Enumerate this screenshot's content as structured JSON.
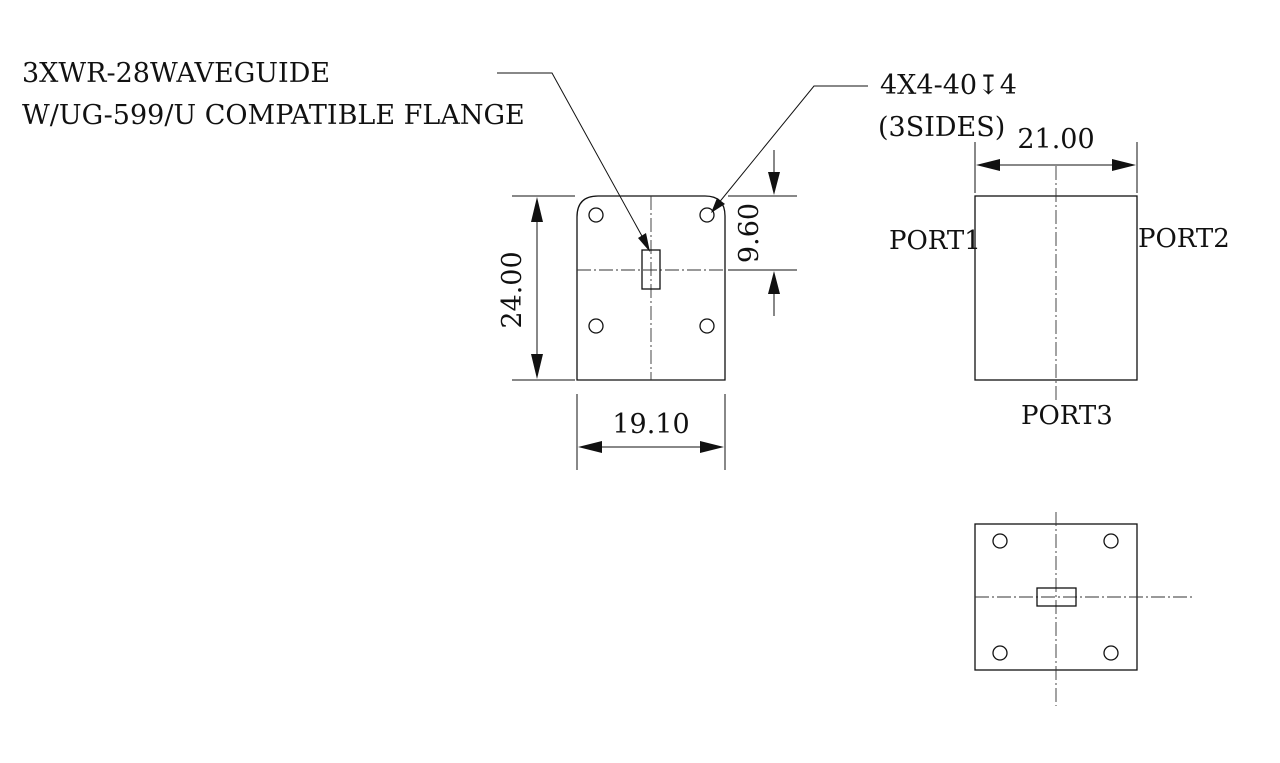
{
  "notes": {
    "waveguide_line1": "3XWR-28WAVEGUIDE",
    "waveguide_line2": "W/UG-599/U COMPATIBLE FLANGE",
    "holes_line1": "4X4-40",
    "holes_depth_symbol": "↧",
    "holes_depth": "4",
    "holes_line2": "(3SIDES)"
  },
  "dimensions": {
    "height": "24.00",
    "width_front": "19.10",
    "hole_offset": "9.60",
    "width_top": "21.00"
  },
  "ports": {
    "port1": "PORT1",
    "port2": "PORT2",
    "port3": "PORT3"
  }
}
